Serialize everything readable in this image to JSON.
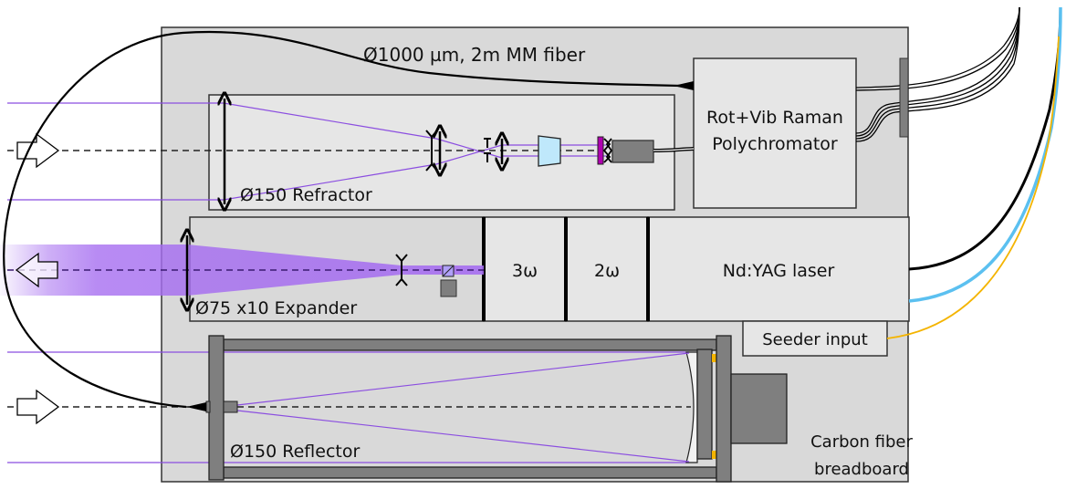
{
  "labels": {
    "fiber": "Ø1000 µm, 2m MM fiber",
    "polychromator_line1": "Rot+Vib Raman",
    "polychromator_line2": "Polychromator",
    "refractor": "Ø150 Refractor",
    "expander": "Ø75 x10 Expander",
    "third_harmonic": "3ω",
    "second_harmonic": "2ω",
    "laser": "Nd:YAG laser",
    "seeder": "Seeder input",
    "reflector": "Ø150 Reflector",
    "breadboard_line1": "Carbon fiber",
    "breadboard_line2": "breadboard"
  },
  "colors": {
    "breadboard": "#d9d9d9",
    "module": "#e6e6e6",
    "dark_part": "#7f7f7f",
    "ray": "#8b4ee0",
    "beam": "#a66ef0",
    "filter": "#b000b0",
    "prism": "#bfe8fb",
    "cable_blue": "#5bc0f0",
    "cable_yellow": "#f4b400",
    "mirror_pad": "#f4b400"
  }
}
